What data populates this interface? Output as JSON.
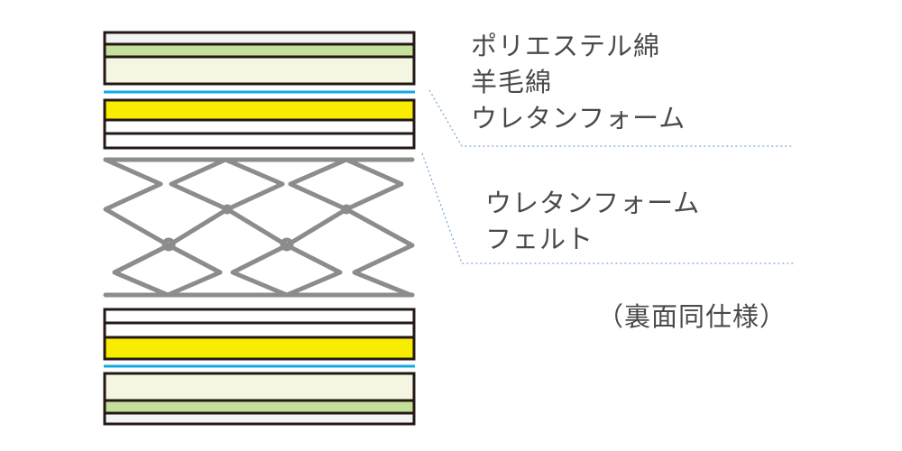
{
  "labels": {
    "top_layers": [
      "ポリエステル綿",
      "羊毛綿",
      "ウレタンフォーム"
    ],
    "middle_layers": [
      "ウレタンフォーム",
      "フェルト"
    ],
    "note": "（裏面同仕様）"
  },
  "colors": {
    "outline": "#231815",
    "green": "#c5e09a",
    "cream": "#f5f6e2",
    "light_grey": "#f4f4f4",
    "yellow": "#f8ec00",
    "blue": "#12a8e0",
    "spring": "#8c8c8c",
    "leader": "#7fa6d6",
    "text": "#4a4a4a"
  }
}
